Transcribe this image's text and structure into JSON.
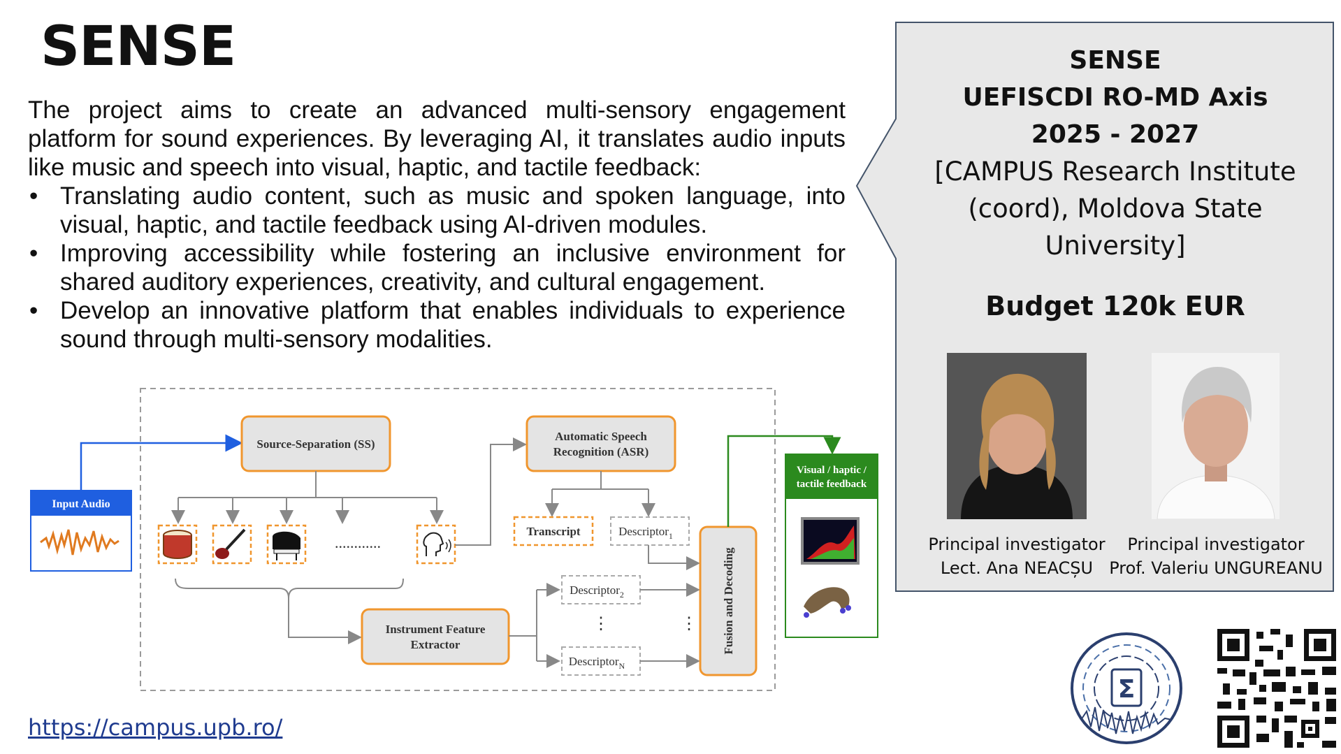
{
  "title": "SENSE",
  "intro": "The project aims to create an advanced multi-sensory engagement platform for sound experiences. By leveraging AI, it translates audio inputs like music and speech into visual, haptic, and tactile feedback:",
  "bullets": [
    "Translating audio content, such as music and spoken language, into visual, haptic, and tactile feedback using AI-driven modules.",
    "Improving accessibility while fostering an inclusive environment for shared auditory experiences, creativity, and cultural engagement.",
    "Develop an innovative platform that enables individuals to experience sound through multi-sensory modalities."
  ],
  "bullet_symbol": "•",
  "link": "https://campus.upb.ro/",
  "info": {
    "line1": "SENSE",
    "line2": "UEFISCDI RO-MD Axis",
    "line3": "2025 - 2027",
    "line4": "[CAMPUS Research Institute (coord), Moldova State University]",
    "budget": "Budget 120k EUR"
  },
  "investigators": [
    {
      "role": "Principal investigator",
      "name": "Lect. Ana NEACȘU"
    },
    {
      "role": "Principal investigator",
      "name": "Prof. Valeriu UNGUREANU"
    }
  ],
  "diagram": {
    "input_audio": "Input Audio",
    "source_separation": "Source-Separation (SS)",
    "asr_line1": "Automatic Speech",
    "asr_line2": "Recognition (ASR)",
    "transcript": "Transcript",
    "descriptor": "Descriptor",
    "sub_1": "1",
    "sub_2": "2",
    "sub_n": "N",
    "ife_line1": "Instrument Feature",
    "ife_line2": "Extractor",
    "fusion": "Fusion and Decoding",
    "output_line1": "Visual / haptic /",
    "output_line2": "tactile feedback",
    "dots": "............",
    "vdots": "⋮"
  },
  "colors": {
    "orange": "#f0962e",
    "blue": "#1f5fe0",
    "green": "#2b8a1e",
    "box_fill": "#e4e4e4",
    "panel_fill": "#e8e8e8",
    "link": "#1f3b8f"
  },
  "icons": [
    "drum-icon",
    "guitar-icon",
    "piano-icon",
    "speaking-head-icon",
    "heatmap-icon",
    "haptic-shape-icon",
    "sigma-logo-icon",
    "qr-code-icon"
  ]
}
